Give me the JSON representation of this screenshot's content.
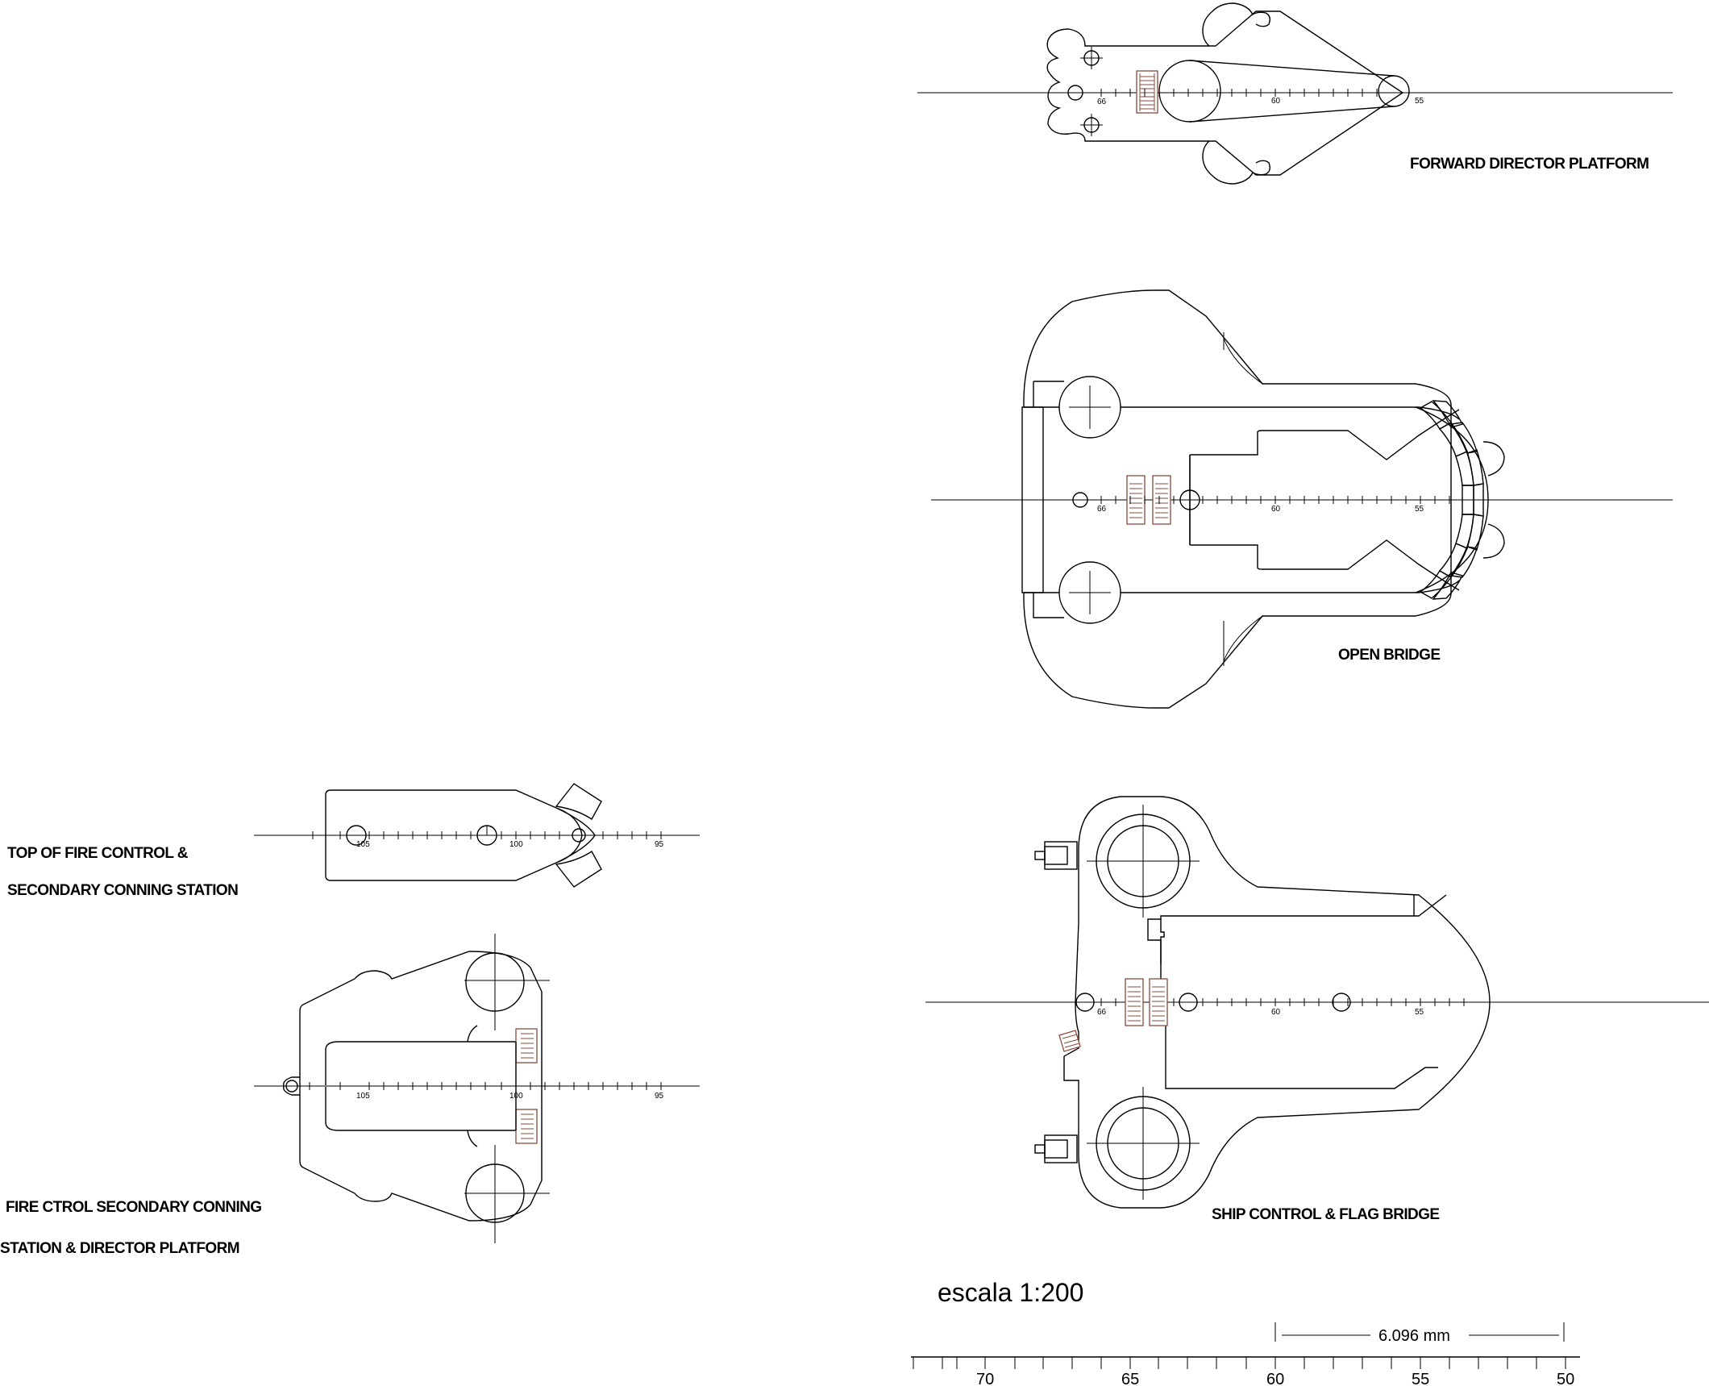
{
  "views": {
    "forward_director": {
      "label": "FORWARD DIRECTOR PLATFORM",
      "frames": [
        "66",
        "60",
        "55"
      ]
    },
    "open_bridge": {
      "label": "OPEN BRIDGE",
      "frames": [
        "66",
        "60",
        "55"
      ]
    },
    "ship_control": {
      "label": "SHIP CONTROL & FLAG BRIDGE",
      "frames": [
        "66",
        "60",
        "55"
      ]
    },
    "top_fire_control": {
      "label_line1": "TOP OF FIRE CONTROL &",
      "label_line2": "SECONDARY CONNING STATION",
      "frames": [
        "105",
        "100",
        "95"
      ]
    },
    "fire_ctrol_platform": {
      "label_line1": "FIRE CTROL SECONDARY CONNING",
      "label_line2": "STATION & DIRECTOR PLATFORM",
      "frames": [
        "105",
        "100",
        "95"
      ]
    }
  },
  "scale": {
    "title": "escala 1:200",
    "dimension": "6.096 mm",
    "labels": [
      "70",
      "65",
      "60",
      "55",
      "50"
    ]
  }
}
